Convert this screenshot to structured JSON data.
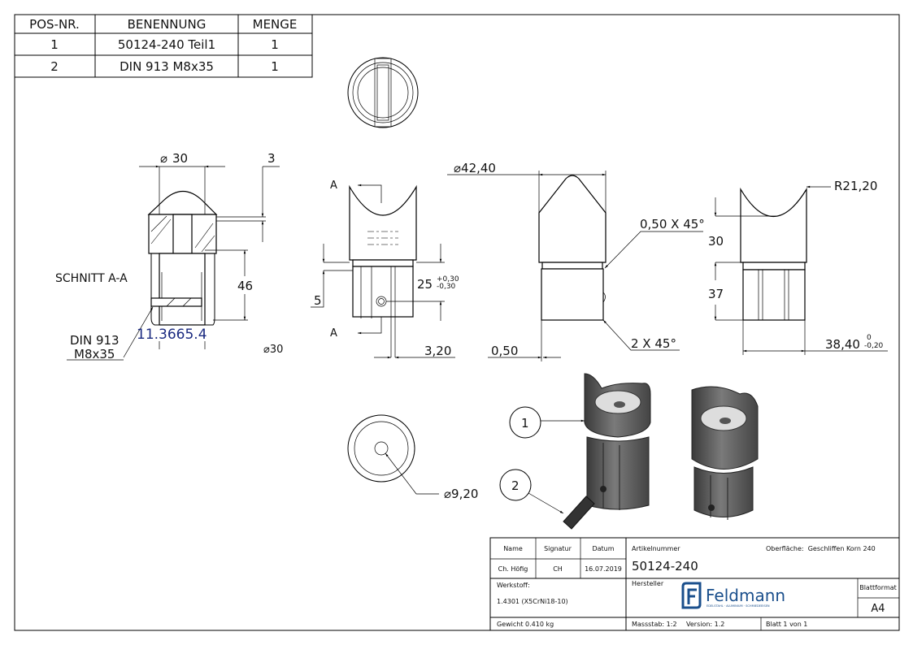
{
  "bom": {
    "headers": [
      "POS-NR.",
      "BENENNUNG",
      "MENGE"
    ],
    "rows": [
      {
        "pos": "1",
        "name": "50124-240 Teil1",
        "qty": "1"
      },
      {
        "pos": "2",
        "name": "DIN 913 M8x35",
        "qty": "1"
      }
    ]
  },
  "section": {
    "label": "SCHNITT A-A",
    "dia": "30",
    "dim_top": "3",
    "dim_height": "46",
    "callout_line1": "DIN 913",
    "callout_line2": "M8x35",
    "overlay_number": "11.3665.4",
    "cut_dia": "30"
  },
  "front_view": {
    "section_mark": "A",
    "dim_25": "25",
    "tol_plus": "+0,30",
    "tol_minus": "-0,30",
    "dim_5": "5",
    "dim_320": "3,20"
  },
  "side_view": {
    "dia": "42,40",
    "chamfer_top": "0,50 X 45°",
    "chamfer_bottom": "2 X 45°",
    "dim_050": "0,50"
  },
  "right_view": {
    "radius": "R21,20",
    "dim_30": "30",
    "dim_37": "37",
    "dim_width": "38,40",
    "tol_upper": "0",
    "tol_lower": "-0,20"
  },
  "bottom_view": {
    "dia": "9,20"
  },
  "balloons": [
    "1",
    "2"
  ],
  "title_block": {
    "name_label": "Name",
    "signature_label": "Signatur",
    "date_label": "Datum",
    "name": "Ch. Höfig",
    "signature": "CH",
    "date": "16.07.2019",
    "article_label": "Artikelnummer",
    "article": "50124-240",
    "surface": "Oberfläche:  Geschliffen Korn 240",
    "material_label": "Werkstoff:",
    "material": "1.4301 (X5CrNi18-10)",
    "manufacturer_label": "Hersteller",
    "logo_text": "Feldmann",
    "logo_tagline": "EDELSTAHL · ALUMINIUM · SCHMIEDEEISEN",
    "format_label": "Blattformat",
    "format": "A4",
    "weight": "Gewicht 0.410 kg",
    "scale": "Massstab: 1:2",
    "version": "Version: 1.2",
    "sheet": "Blatt 1 von 1"
  },
  "colors": {
    "logo": "#1a4f8c",
    "overlay_number": "#1a2a80",
    "part_shade": "#5a5a5a"
  }
}
